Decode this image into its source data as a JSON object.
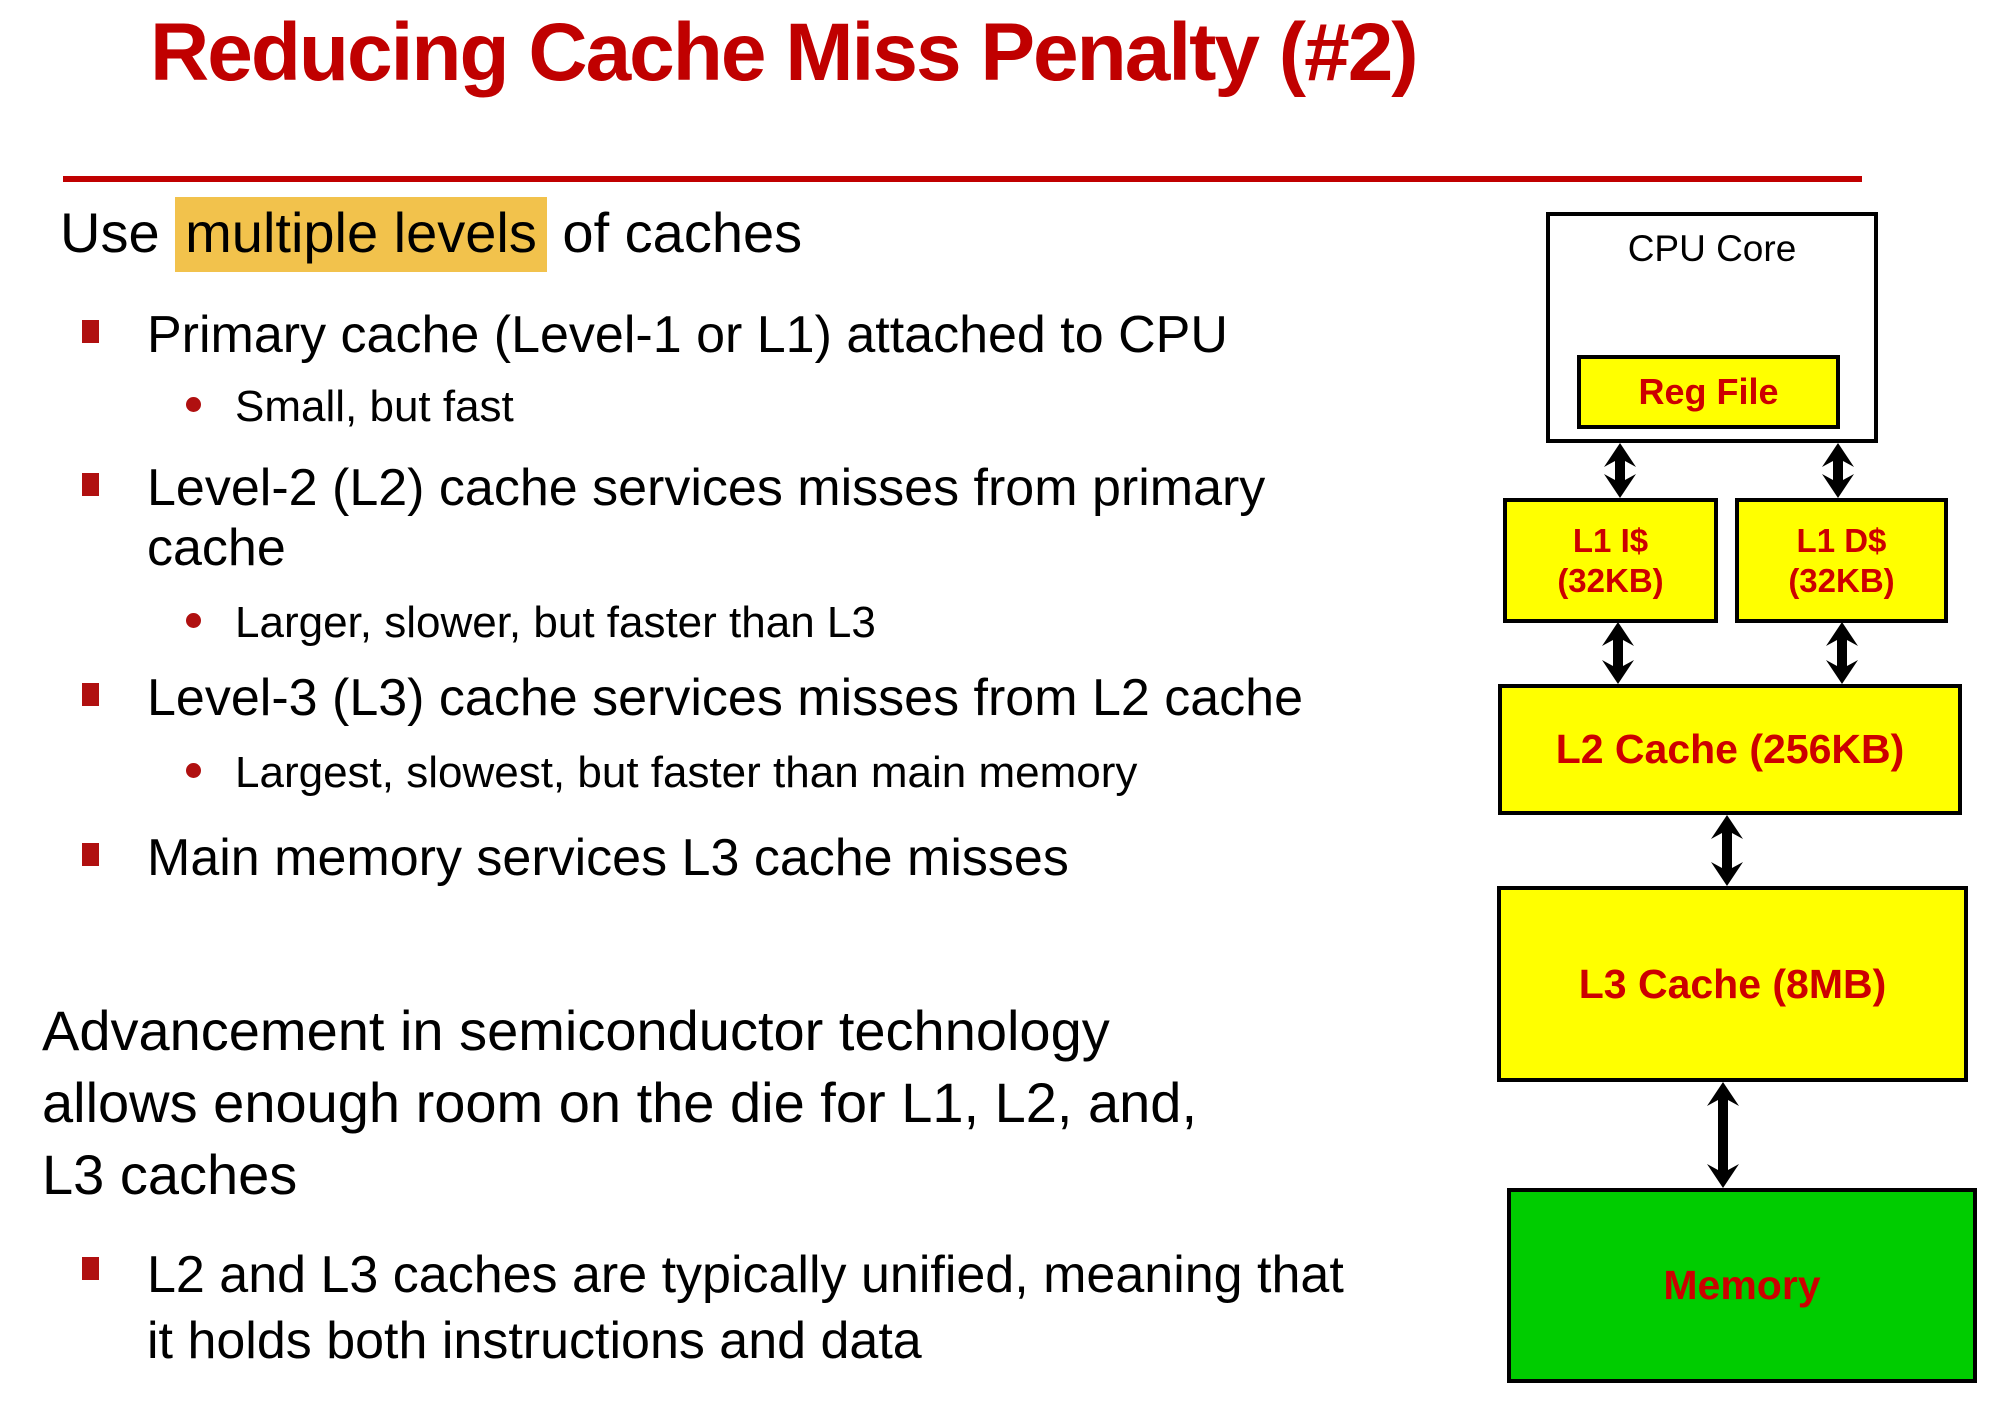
{
  "colors": {
    "title-red": "#C00000",
    "line-red": "#C00000",
    "bullet-red": "#B01010",
    "highlight": "#F2C24C",
    "box-yellow": "#FFFF00",
    "box-green": "#00CC00",
    "box-text-red": "#CC0000"
  },
  "title": "Reducing Cache Miss Penalty (#2)",
  "intro": {
    "pre": "Use ",
    "highlight": "multiple levels",
    "post": " of caches"
  },
  "bullets": [
    {
      "lines": [
        "Primary cache (Level-1 or L1) attached to CPU"
      ],
      "subs": [
        "Small, but fast"
      ]
    },
    {
      "lines": [
        "Level-2 (L2) cache services misses from primary",
        "cache"
      ],
      "subs": [
        "Larger, slower, but faster than L3"
      ]
    },
    {
      "lines": [
        "Level-3 (L3) cache services misses from L2 cache"
      ],
      "subs": [
        "Largest, slowest, but faster than main memory"
      ]
    },
    {
      "lines": [
        "Main memory services L3 cache misses"
      ],
      "subs": []
    }
  ],
  "paragraph": {
    "lines": [
      "Advancement in semiconductor technology",
      "allows enough room on the die for L1, L2, and,",
      "L3 caches"
    ]
  },
  "paragraph_bullet": {
    "lines": [
      "L2 and L3 caches are typically unified, meaning that",
      "it holds both instructions and data"
    ]
  },
  "diagram": {
    "cpu_core": "CPU Core",
    "reg_file": "Reg File",
    "l1i": {
      "line1": "L1 I$",
      "line2": "(32KB)"
    },
    "l1d": {
      "line1": "L1 D$",
      "line2": "(32KB)"
    },
    "l2": "L2 Cache (256KB)",
    "l3": "L3 Cache (8MB)",
    "memory": "Memory"
  }
}
